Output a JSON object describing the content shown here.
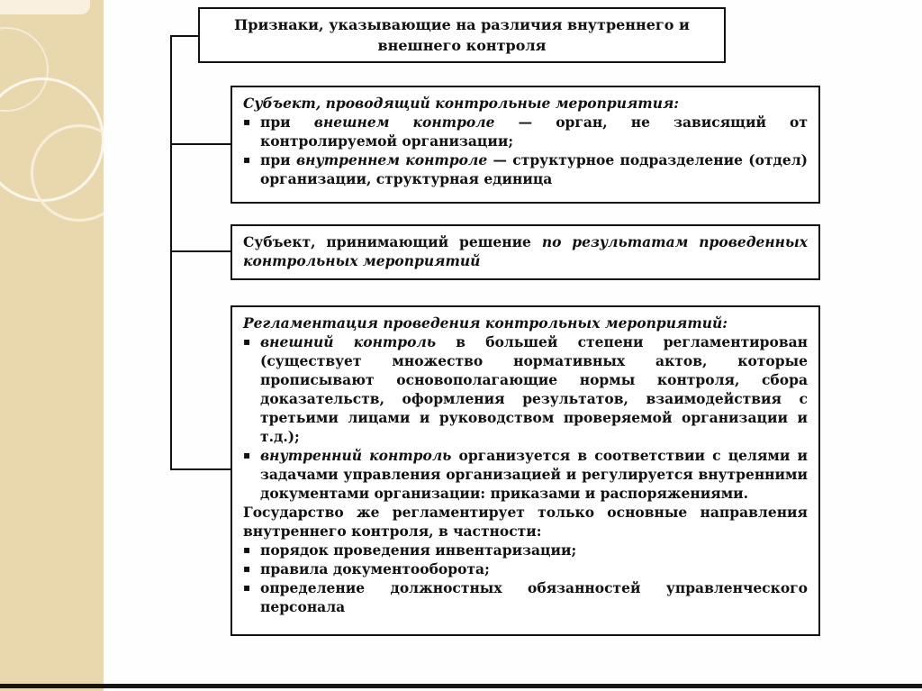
{
  "meta": {
    "colors": {
      "strip": "#e9d8ad",
      "connector_line": "#121212",
      "box_border": "#121212",
      "text": "#111111",
      "bottom_rule": "#161616"
    }
  },
  "title_box": {
    "text": "Признаки, указывающие на различия внутреннего и внешнего контроля"
  },
  "boxes": [
    {
      "heading": [
        {
          "t": "Субъект, проводящий контрольные мероприятия:",
          "i": true
        }
      ],
      "items": [
        {
          "marker": "▪",
          "segs": [
            {
              "t": "при "
            },
            {
              "t": "внешнем контроле",
              "i": true
            },
            {
              "t": " — орган, не зависящий от контролируемой организации;"
            }
          ]
        },
        {
          "marker": "▪",
          "segs": [
            {
              "t": "при "
            },
            {
              "t": "внутреннем контроле",
              "i": true
            },
            {
              "t": " — структурное подразделение (отдел) организации, структурная единица"
            }
          ]
        }
      ]
    },
    {
      "paragraph": [
        {
          "t": "Субъект, принимающий решение "
        },
        {
          "t": "по результатам проведенных контрольных мероприятий",
          "i": true
        }
      ]
    },
    {
      "heading": [
        {
          "t": "Регламентация проведения контрольных мероприятий:",
          "i": true
        }
      ],
      "items": [
        {
          "marker": "▪",
          "segs": [
            {
              "t": "внешний контроль",
              "i": true
            },
            {
              "t": " в большей степени регламентирован (существует множество нормативных актов, которые прописывают основополагающие нормы контроля, сбора доказательств, оформления результатов, взаимодействия с третьими лицами и руководством проверяемой организации и т.д.);"
            }
          ]
        },
        {
          "marker": "▪",
          "segs": [
            {
              "t": "внутренний контроль",
              "i": true
            },
            {
              "t": " организуется в соответствии с целями и задачами управления организацией и регулируется внутренними документами организации: приказами и распоряжениями."
            }
          ]
        }
      ],
      "paragraph2": [
        {
          "t": "Государство же регламентирует только основные направления внутреннего контроля, в частности:"
        }
      ],
      "items2": [
        {
          "marker": "▪",
          "segs": [
            {
              "t": "порядок проведения инвентаризации;"
            }
          ]
        },
        {
          "marker": "▪",
          "segs": [
            {
              "t": "правила документооборота;"
            }
          ]
        },
        {
          "marker": "▪",
          "segs": [
            {
              "t": "определение должностных обязанностей управленческого персонала"
            }
          ]
        }
      ]
    }
  ]
}
